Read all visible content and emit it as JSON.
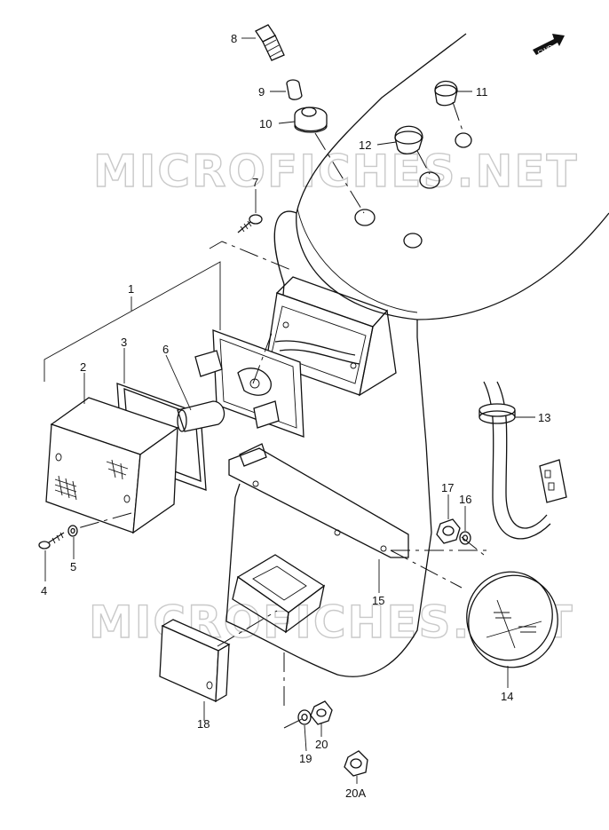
{
  "watermark": "MICROFICHES.NET",
  "direction_badge": "FWD",
  "part_labels": [
    "1",
    "2",
    "3",
    "4",
    "5",
    "6",
    "7",
    "8",
    "9",
    "10",
    "11",
    "12",
    "13",
    "14",
    "15",
    "16",
    "17",
    "18",
    "19",
    "20",
    "20A"
  ],
  "colors": {
    "line": "#111111",
    "watermark": "#c9c9c9",
    "background": "#ffffff"
  }
}
